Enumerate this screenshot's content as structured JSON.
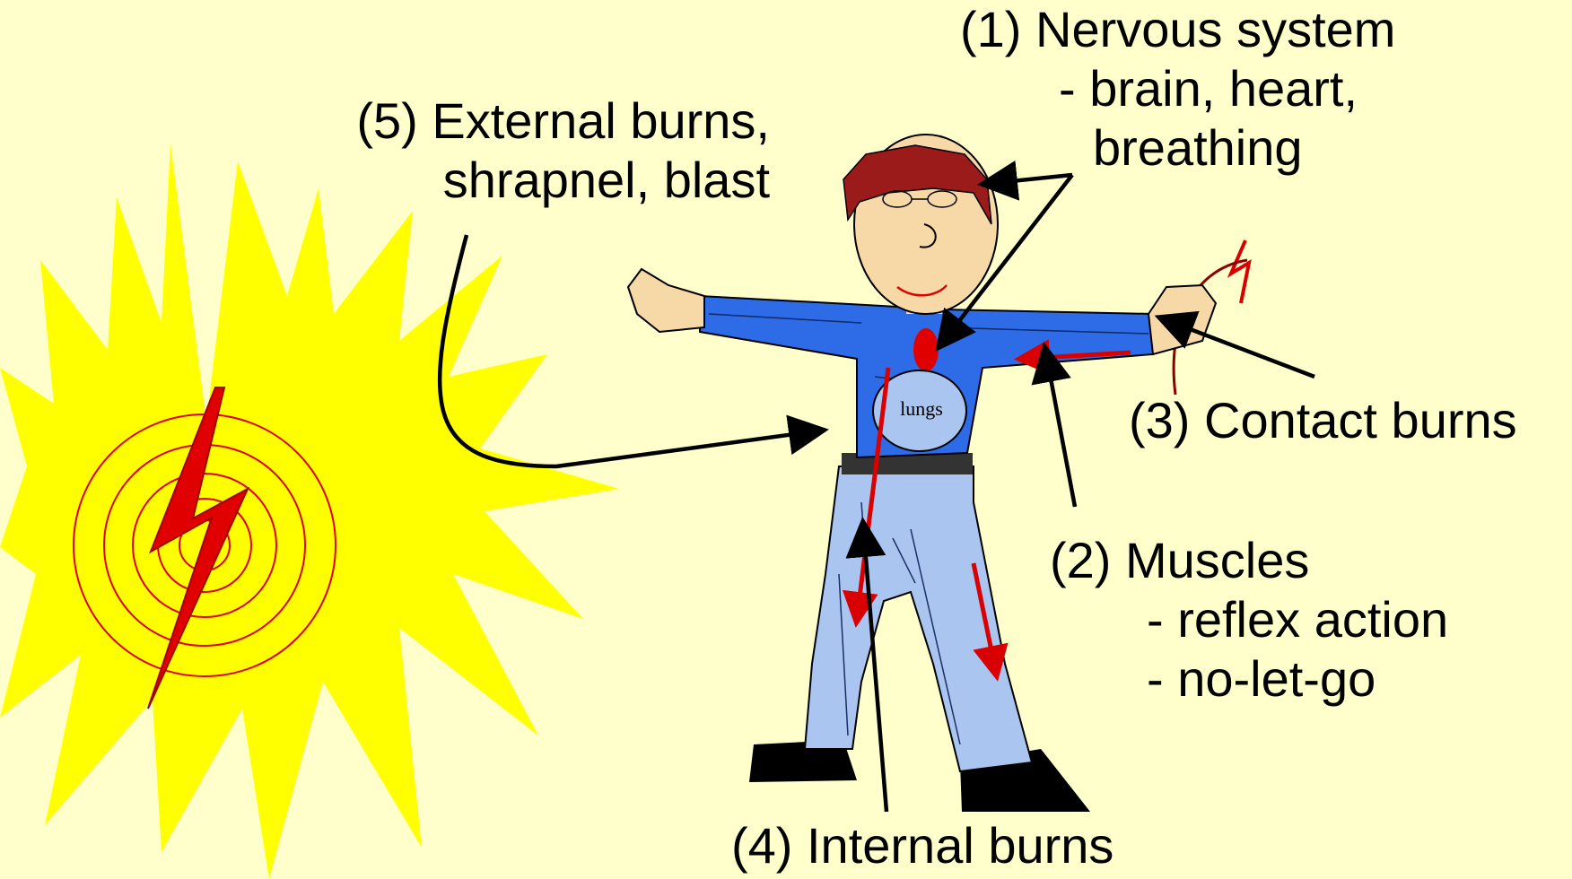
{
  "labels": {
    "nervous_title": "(1) Nervous system",
    "nervous_line1": "- brain, heart,",
    "nervous_line2": "breathing",
    "external_line1": "(5) External burns,",
    "external_line2": "shrapnel, blast",
    "contact": "(3) Contact burns",
    "muscles_title": "(2) Muscles",
    "muscles_line1": "- reflex action",
    "muscles_line2": "- no-let-go",
    "internal": "(4) Internal burns",
    "lungs": "lungs"
  },
  "colors": {
    "background": "#FFFFCC",
    "sun": "#FFFF00",
    "bolt": "#E00000",
    "shirt": "#2E6BE6",
    "pants": "#A9C5F0",
    "hair": "#9B1B1B",
    "skin": "#F7D9A8",
    "current_arrow": "#D80000",
    "pointer_arrow": "#000000"
  }
}
